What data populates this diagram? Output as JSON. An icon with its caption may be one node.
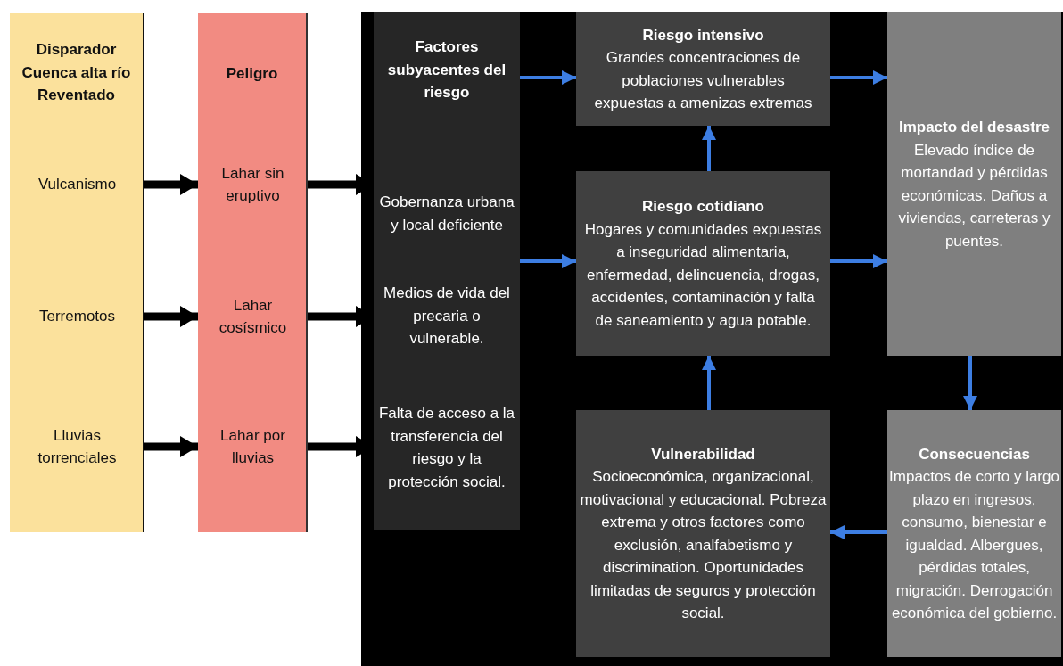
{
  "diagram": {
    "nodes": [
      {
        "text": [
          "Disparador Cuenca alta río Reventado"
        ]
      },
      {
        "text": [
          "Vulcanismo"
        ],
        "in": 0
      },
      {
        "text": [
          "Terremotos"
        ],
        "in": 0
      },
      {
        "text": [
          "Lluvias torrenciales"
        ],
        "in": 0
      },
      {
        "text": [
          "Peligro"
        ]
      },
      {
        "text": [
          "Lahar sin eruptivo"
        ],
        "in": 4
      },
      {
        "text": [
          "Lahar cosísmico"
        ],
        "in": 4
      },
      {
        "text": [
          "Lahar por lluvias"
        ],
        "in": 4
      },
      {
        "text": [
          "Factores subyacentes del riesgo",
          "Gobernanza urbana y local deficiente",
          "Medios de vida del precaria o vulnerable.",
          "Falta de acceso a la transferencia del riesgo y la protección social."
        ]
      },
      {
        "text": [
          "Riesgo intensivo",
          "Grandes concentraciones de poblaciones vulnerables expuestas a amenizas extremas"
        ]
      },
      {
        "text": [
          "Riesgo cotidiano",
          "Hogares y comunidades expuestas a inseguridad alimentaria, enfermedad, delincuencia, drogas, accidentes, contaminación y falta de saneamiento y agua potable."
        ]
      },
      {
        "text": [
          "Vulnerabilidad",
          "Socioeconómica, organizacional, motivacional y educacional. Pobreza extrema y otros factores como exclusión, analfabetismo y discrimination. Oportunidades limitadas de seguros y protección social."
        ]
      },
      {
        "text": [
          "Impacto del desastre",
          "Elevado índice de mortandad y pérdidas económicas. Daños a viviendas, carreteras y puentes."
        ]
      },
      {
        "text": [
          "Consecuencias",
          "Impactos de corto y largo plazo en ingresos, consumo, bienestar e igualdad. Albergues, pérdidas totales, migración. Derrogación económica del gobierno."
        ]
      }
    ],
    "edges": [
      {
        "from": 1,
        "to": 5,
        "arrow": "to",
        "style": "thick",
        "color": "#000000"
      },
      {
        "from": 2,
        "to": 6,
        "arrow": "to",
        "style": "thick",
        "color": "#000000"
      },
      {
        "from": 3,
        "to": 7,
        "arrow": "to",
        "style": "thick",
        "color": "#000000"
      },
      {
        "from": 5,
        "to": 8,
        "arrow": "to",
        "style": "thick",
        "color": "#000000"
      },
      {
        "from": 6,
        "to": 8,
        "arrow": "to",
        "style": "thick",
        "color": "#000000"
      },
      {
        "from": 7,
        "to": 8,
        "arrow": "to",
        "style": "thick",
        "color": "#000000"
      },
      {
        "from": 8,
        "to": 9,
        "arrow": "to"
      },
      {
        "from": 8,
        "to": 10,
        "arrow": "to"
      },
      {
        "from": 10,
        "to": 9,
        "arrow": "to"
      },
      {
        "from": 11,
        "to": 10,
        "arrow": "to"
      },
      {
        "from": 9,
        "to": 12,
        "arrow": "to"
      },
      {
        "from": 10,
        "to": 12,
        "arrow": "to"
      },
      {
        "from": 12,
        "to": 13,
        "arrow": "to"
      },
      {
        "from": 13,
        "to": 11,
        "arrow": "to"
      }
    ]
  }
}
